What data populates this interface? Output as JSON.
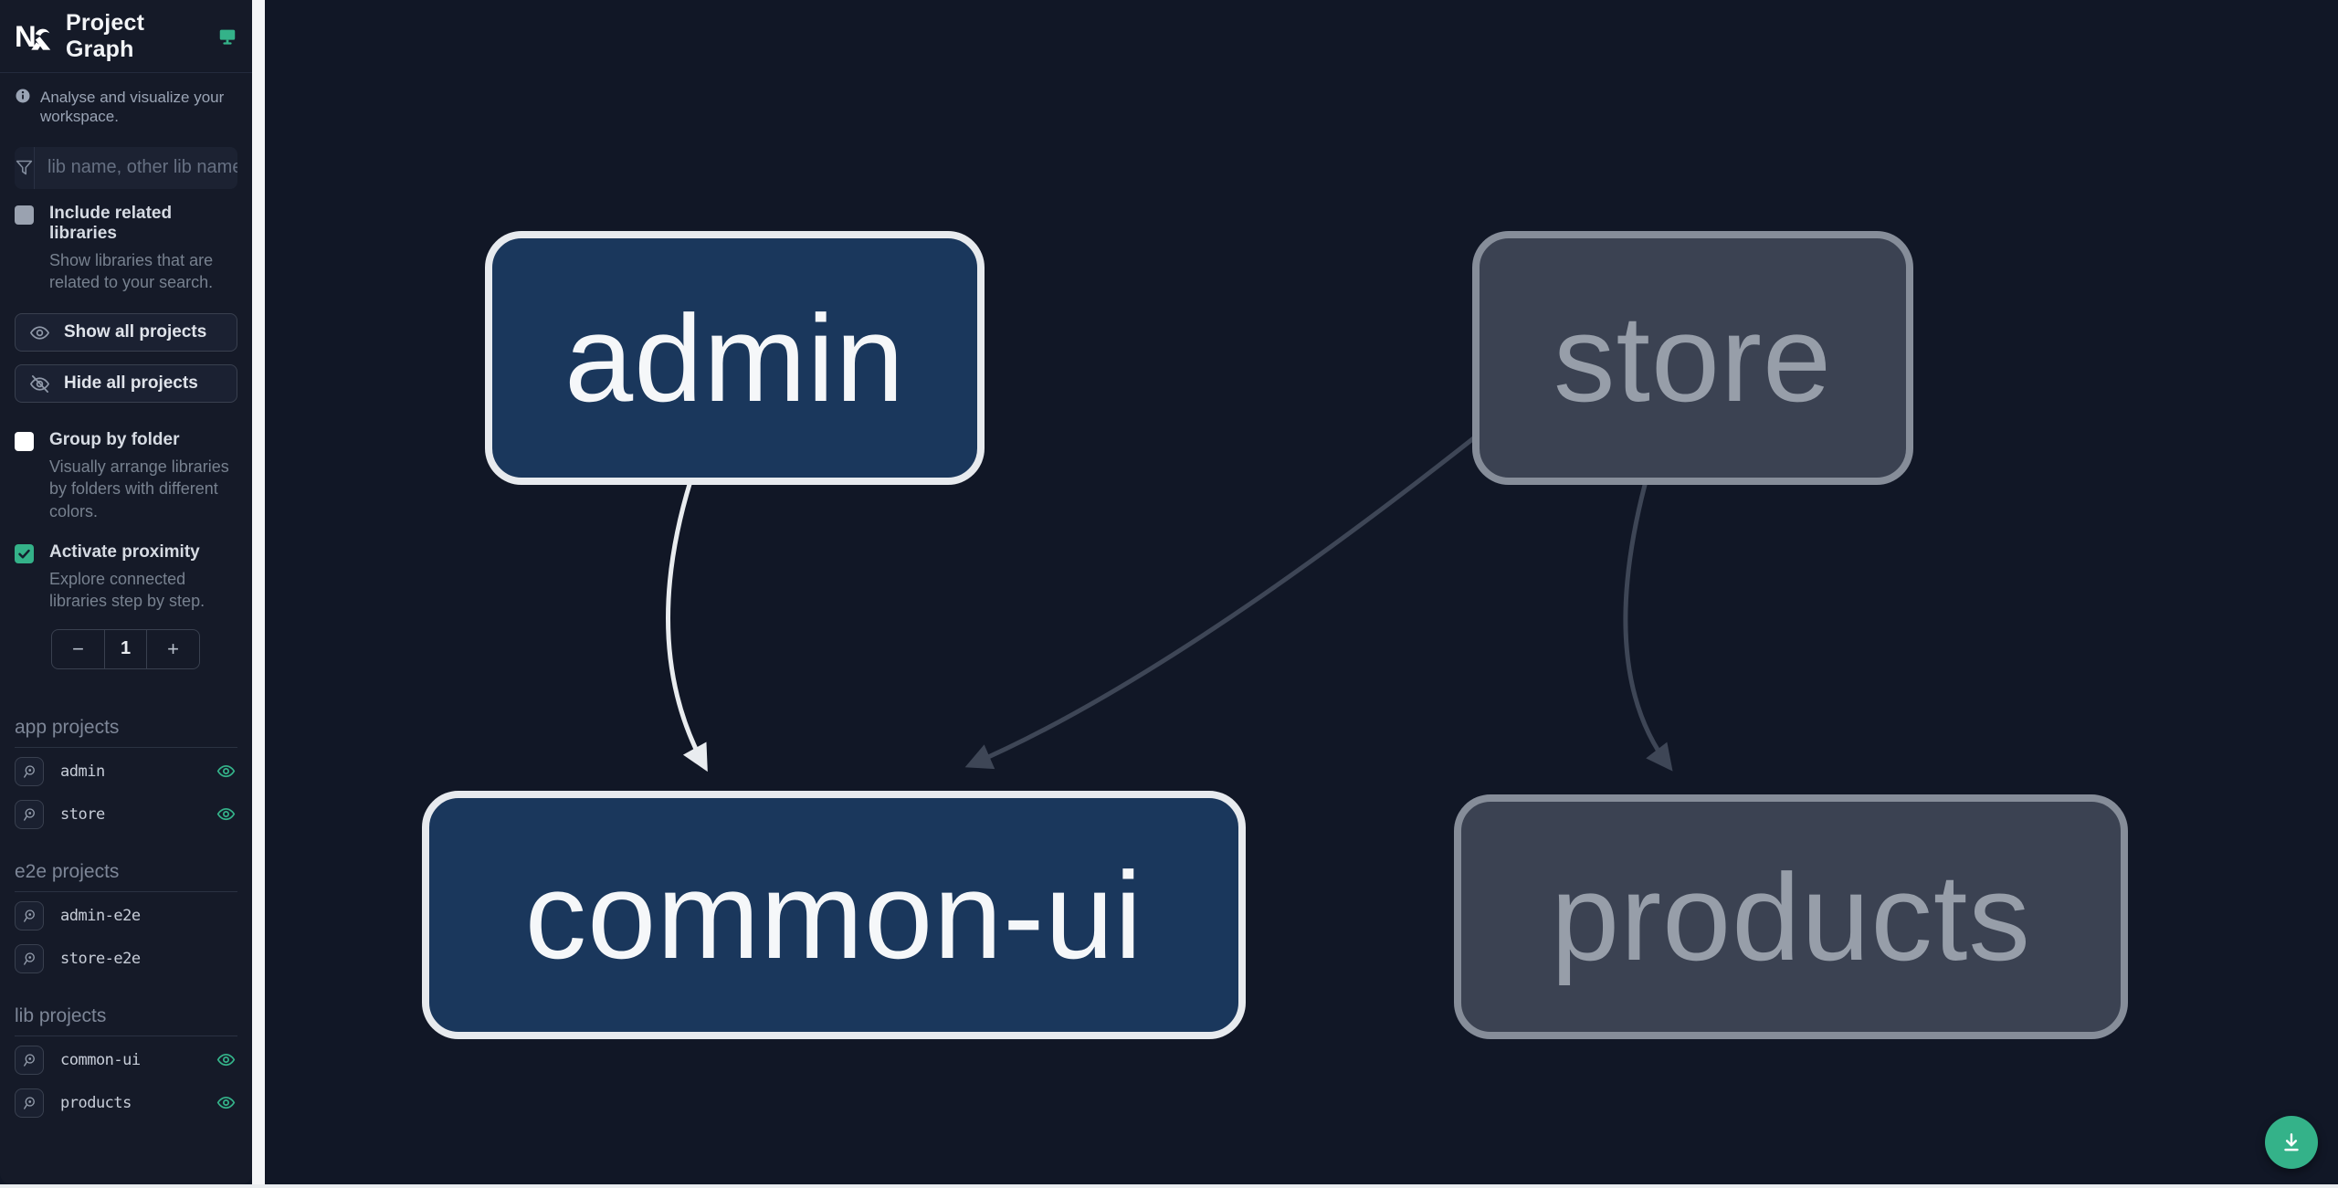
{
  "header": {
    "logo": "Nx",
    "title": "Project Graph",
    "theme_icon": "monitor-icon"
  },
  "sidebar": {
    "tagline": "Analyse and visualize your workspace.",
    "filter": {
      "placeholder": "lib name, other lib name",
      "value": ""
    },
    "options": [
      {
        "label": "Include related libraries",
        "description": "Show libraries that are related to your search.",
        "checked": false
      },
      {
        "label": "Group by folder",
        "description": "Visually arrange libraries by folders with different colors.",
        "checked": false
      },
      {
        "label": "Activate proximity",
        "description": "Explore connected libraries step by step.",
        "checked": true
      }
    ],
    "actions": [
      {
        "label": "Show all projects",
        "icon": "eye-icon"
      },
      {
        "label": "Hide all projects",
        "icon": "eye-slash-icon"
      }
    ],
    "proximity": {
      "decrement": "−",
      "value": "1",
      "increment": "+"
    },
    "sections": [
      {
        "title": "app projects",
        "items": [
          {
            "name": "admin",
            "visible": true
          },
          {
            "name": "store",
            "visible": true
          }
        ]
      },
      {
        "title": "e2e projects",
        "items": [
          {
            "name": "admin-e2e",
            "visible": false
          },
          {
            "name": "store-e2e",
            "visible": false
          }
        ]
      },
      {
        "title": "lib projects",
        "items": [
          {
            "name": "common-ui",
            "visible": true
          },
          {
            "name": "products",
            "visible": true
          }
        ]
      }
    ]
  },
  "graph": {
    "nodes": [
      {
        "label": "admin",
        "state": "focused"
      },
      {
        "label": "store",
        "state": "dimmed"
      },
      {
        "label": "common-ui",
        "state": "focused"
      },
      {
        "label": "products",
        "state": "dimmed"
      }
    ],
    "edges": [
      {
        "from": "admin",
        "to": "common-ui",
        "state": "focused"
      },
      {
        "from": "store",
        "to": "common-ui",
        "state": "dimmed"
      },
      {
        "from": "store",
        "to": "products",
        "state": "dimmed"
      }
    ]
  },
  "fab": {
    "icon": "download-icon"
  },
  "colors": {
    "accent": "#34b289",
    "canvas_bg": "#111726",
    "sidebar_bg": "#151a28",
    "node_focused_bg": "#1a375c",
    "node_focused_border": "#e7eaee",
    "node_dimmed_bg": "#3b4252",
    "node_dimmed_border": "#868d99",
    "edge_focused": "#e9ecef",
    "edge_dimmed": "#3e4656"
  }
}
